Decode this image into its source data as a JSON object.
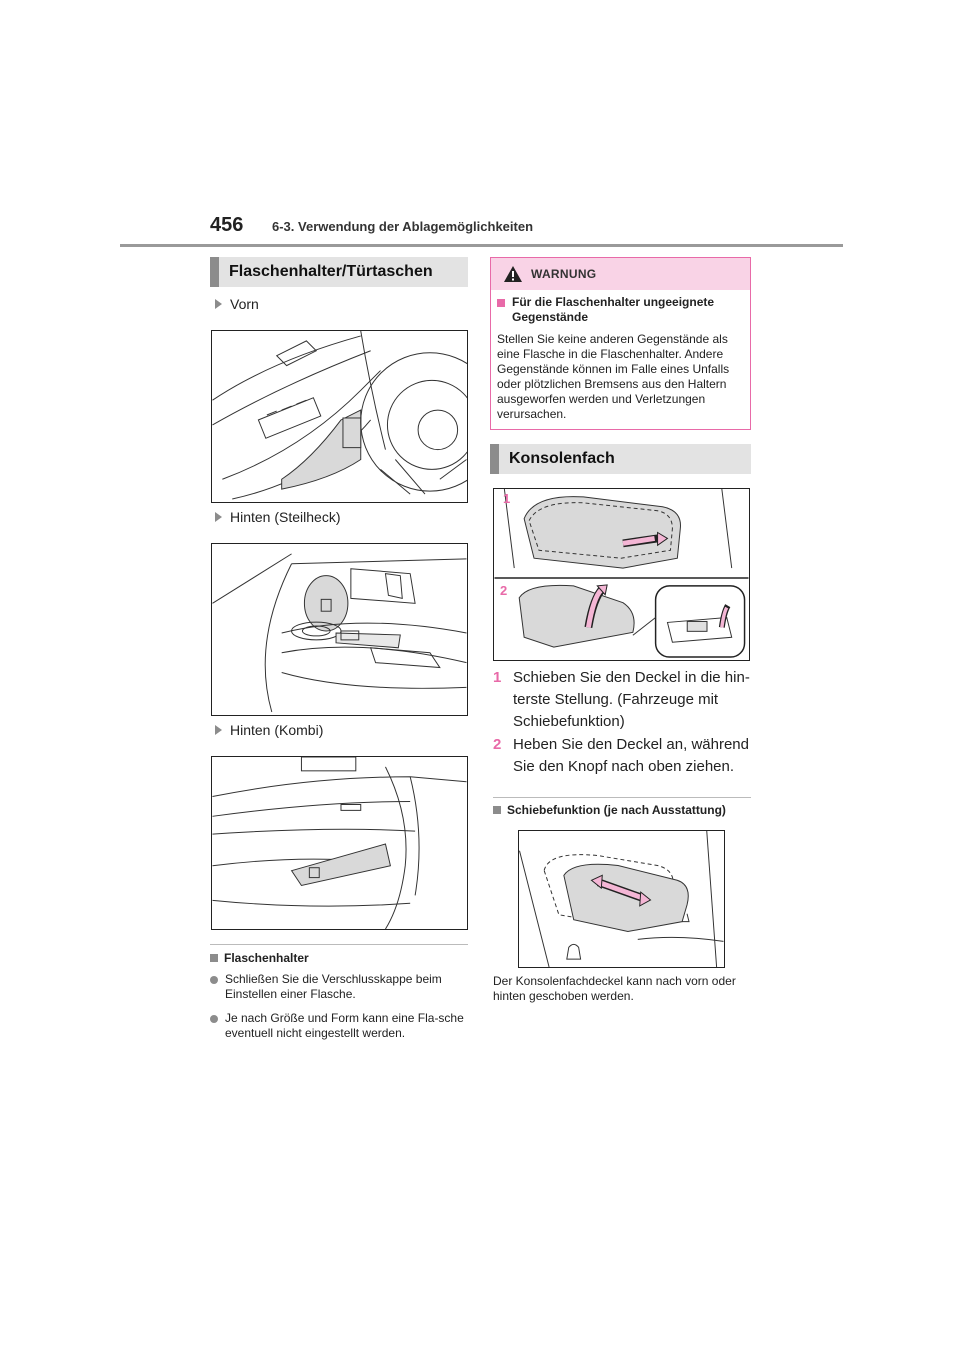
{
  "header": {
    "page_number": "456",
    "section_path": "6-3. Verwendung der Ablagemöglichkeiten"
  },
  "left": {
    "section_title": "Flaschenhalter/Türtaschen",
    "items": [
      {
        "label": "Vorn"
      },
      {
        "label": "Hinten (Steilheck)"
      },
      {
        "label": "Hinten (Kombi)"
      }
    ],
    "note_heading": "Flaschenhalter",
    "notes": [
      "Schließen Sie die Verschlusskappe beim Einstellen einer Flasche.",
      "Je nach Größe und Form kann eine Fla-sche eventuell nicht eingestellt werden."
    ]
  },
  "right": {
    "warning": {
      "label": "WARNUNG",
      "heading": "Für die Flaschenhalter ungeeignete Gegenstände",
      "text": "Stellen Sie keine anderen Gegenstände als eine Flasche in die Flaschenhalter. Andere Gegenstände können im Falle eines Unfalls oder plötzlichen Bremsens aus den Haltern ausgeworfen werden und Verletzungen verursachen."
    },
    "section_title": "Konsolenfach",
    "figure_labels": [
      "1",
      "2"
    ],
    "steps": [
      {
        "num": "1",
        "text": "Schieben Sie den Deckel in die hin-terste Stellung. (Fahrzeuge mit Schiebefunktion)"
      },
      {
        "num": "2",
        "text": "Heben Sie den Deckel an, während Sie den Knopf nach oben ziehen."
      }
    ],
    "note_heading": "Schiebefunktion (je nach Ausstattung)",
    "note_text": "Der Konsolenfachdeckel kann nach vorn oder hinten geschoben werden."
  },
  "colors": {
    "accent": "#e86aa8",
    "bar": "#e3e3e3",
    "bar_edge": "#8c8c8c"
  }
}
